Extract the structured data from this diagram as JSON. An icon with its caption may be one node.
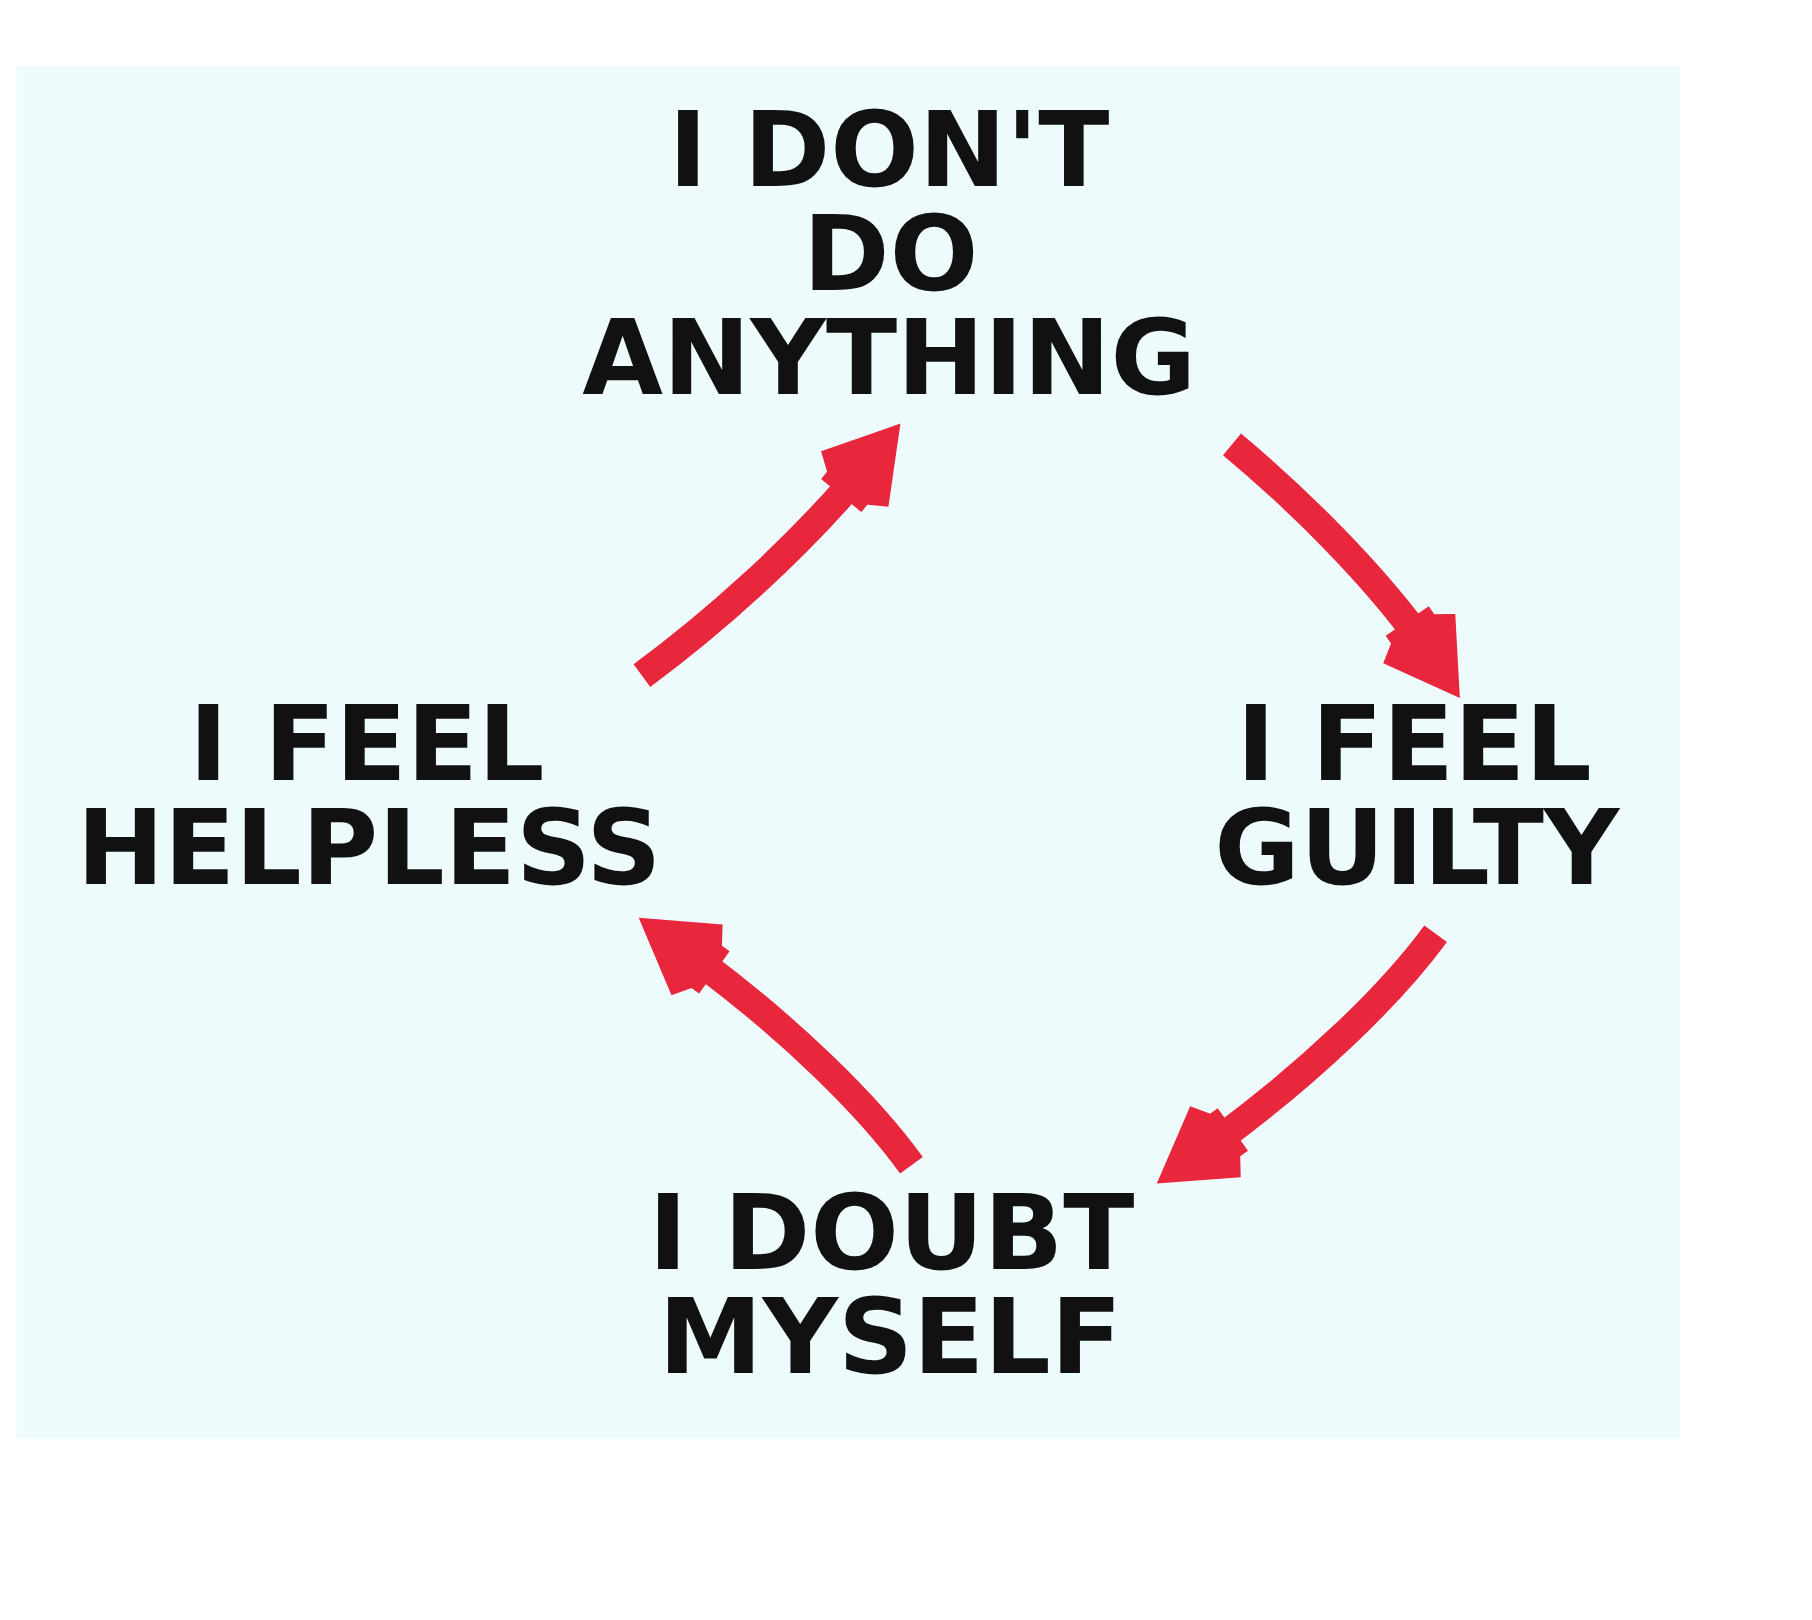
{
  "diagram": {
    "nodes": [
      {
        "text": [
          "I DON'T DO ANYTHING"
        ]
      },
      {
        "text": [
          "I FEEL HELPLESS"
        ]
      },
      {
        "text": [
          "I FEEL GUILTY"
        ]
      },
      {
        "text": [
          "I DOUBT MYSELF"
        ]
      }
    ],
    "edges": [
      {
        "from": 0,
        "to": 2,
        "arrow": "to"
      },
      {
        "from": 2,
        "to": 3,
        "arrow": "to"
      },
      {
        "from": 3,
        "to": 1,
        "arrow": "to"
      },
      {
        "from": 1,
        "to": 0,
        "arrow": "to"
      }
    ]
  }
}
